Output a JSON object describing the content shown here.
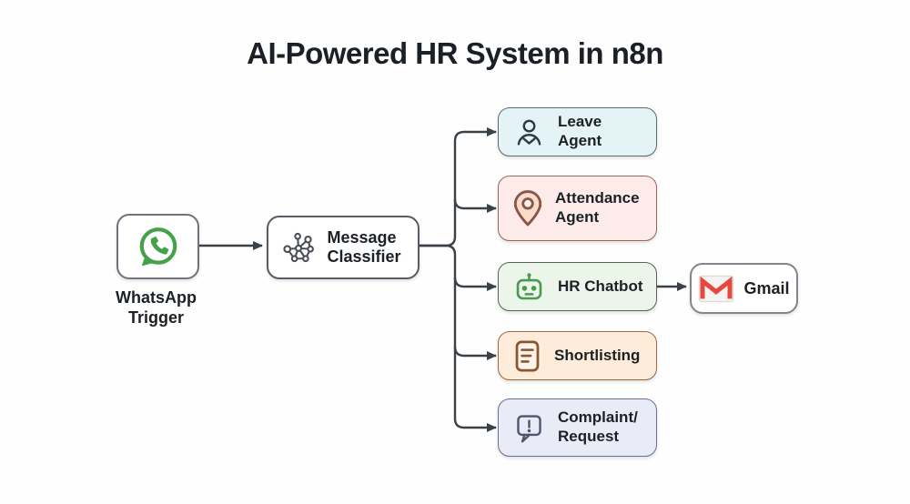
{
  "title": "AI-Powered HR System in n8n",
  "trigger": {
    "label": "WhatsApp Trigger",
    "icon": "whatsapp-icon",
    "accent": "#45a14b"
  },
  "classifier": {
    "label": "Message Classifier",
    "icon": "network-icon",
    "accent": "#4a5056"
  },
  "branches": [
    {
      "label": "Leave Agent",
      "icon": "user-agent-icon",
      "bg": "#e4f4f6",
      "border": "#5b6b72",
      "icon_color": "#2e3a42"
    },
    {
      "label": "Attendance Agent",
      "icon": "map-pin-icon",
      "bg": "#fcebe8",
      "border": "#9a675b",
      "icon_color": "#8d5348"
    },
    {
      "label": "HR Chatbot",
      "icon": "robot-icon",
      "bg": "#ebf5ea",
      "border": "#566652",
      "icon_color": "#4c9950"
    },
    {
      "label": "Shortlisting",
      "icon": "document-list-icon",
      "bg": "#fcecd9",
      "border": "#9c6a42",
      "icon_color": "#8a5531"
    },
    {
      "label": "Complaint/ Request",
      "icon": "speech-bubble-exclamation-icon",
      "bg": "#e9ebf7",
      "border": "#687094",
      "icon_color": "#4d566e"
    }
  ],
  "output": {
    "label": "Gmail",
    "icon": "gmail-icon",
    "accent": "#e5483d"
  },
  "connector_color": "#3a4147"
}
